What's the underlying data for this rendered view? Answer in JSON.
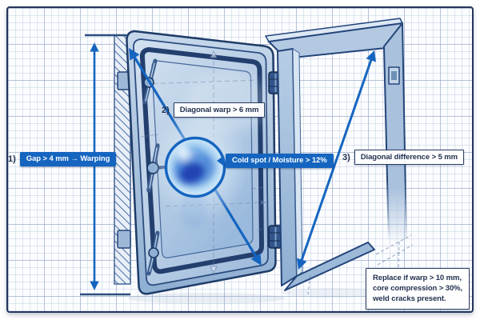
{
  "colors": {
    "accent": "#1565c0",
    "ink": "#22314f",
    "border": "#24365c",
    "box_border": "#2b3f63",
    "paper": "#fbfcfe",
    "steel_light": "#d3e1f0",
    "steel_mid": "#9cb9da",
    "steel_dark": "#24457a",
    "gasket": "#223f6e",
    "thermal_core": "#1a3cae"
  },
  "annotations": {
    "item1": {
      "prefix": "1)",
      "label": "Gap > 4 mm → Warping"
    },
    "item2": {
      "prefix": "2)",
      "label": "Diagonal warp > 6 mm"
    },
    "item3": {
      "prefix": "3)",
      "label": "Diagonal difference > 5 mm"
    },
    "cold_spot": {
      "label": "Cold spot / Moisture > 12%"
    },
    "replace_note": {
      "lines": [
        "Replace if warp > 10 mm,",
        "core compression > 30%,",
        "weld cracks present."
      ]
    }
  },
  "icons": {
    "height_dimension_arrow": "double-headed vertical arrow",
    "diagonal_warp_arrow": "double-headed diagonal arrow on closed door",
    "diagonal_difference_arrow": "double-headed diagonal arrow in open frame",
    "cold_spot_lens": "thermal cold-spot circle"
  }
}
